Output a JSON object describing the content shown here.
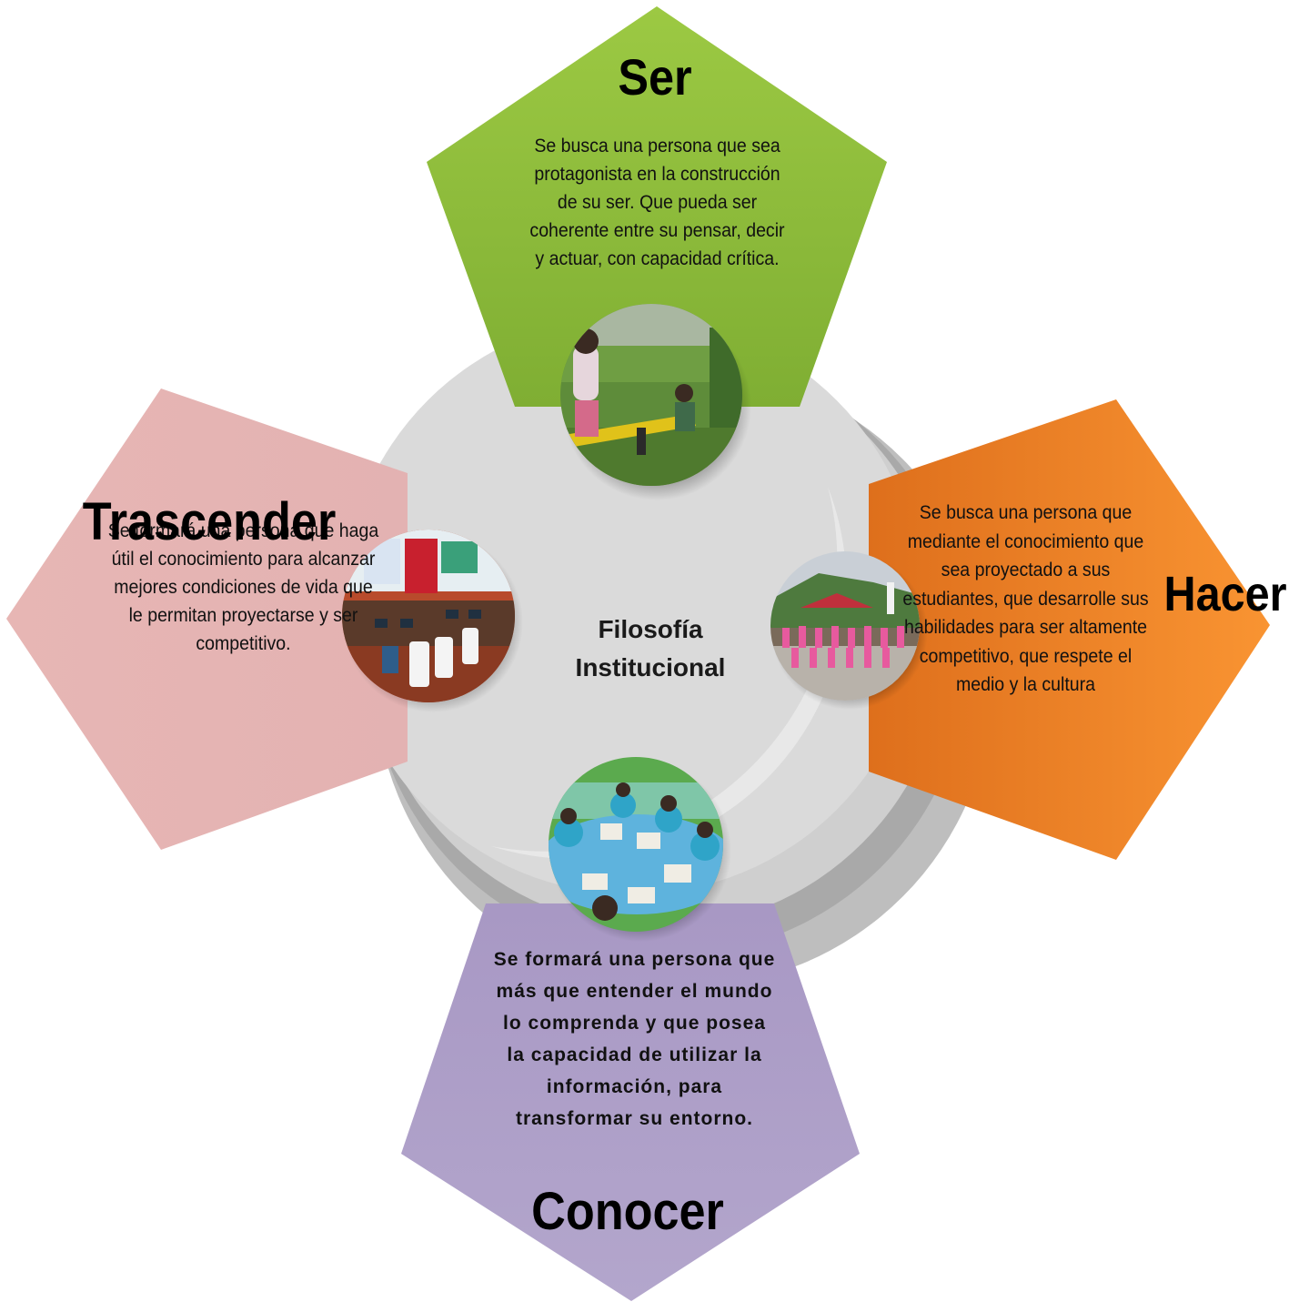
{
  "center": {
    "title_line1": "Filosofía",
    "title_line2": "Institucional"
  },
  "sections": {
    "ser": {
      "title": "Ser",
      "text": "Se busca una persona que sea protagonista en la construcción de su ser. Que pueda ser coherente entre su pensar, decir y actuar, con capacidad crítica.",
      "color": "#8DBA3A"
    },
    "hacer": {
      "title": "Hacer",
      "text": "Se busca una persona que mediante el conocimiento que sea proyectado a sus estudiantes, que desarrolle sus habilidades para ser altamente competitivo, que respete el medio y la cultura",
      "color": "#EF7F22"
    },
    "conocer": {
      "title": "Conocer",
      "text": "Se formará una persona que más que entender el mundo lo comprenda y que posea la capacidad de utilizar la información, para transformar su entorno.",
      "color": "#ADA0C6"
    },
    "trascender": {
      "title": "Trascender",
      "text": "Se formará una persona que haga útil el conocimiento para alcanzar mejores condiciones de vida que le permitan proyectarse y ser competitivo.",
      "color": "#E5B6B6"
    }
  },
  "photos": {
    "ser": "children-playing-seesaw-photo",
    "hacer": "students-marching-parade-photo",
    "conocer": "students-reading-classroom-photo",
    "trascender": "computer-lab-classroom-photo"
  }
}
